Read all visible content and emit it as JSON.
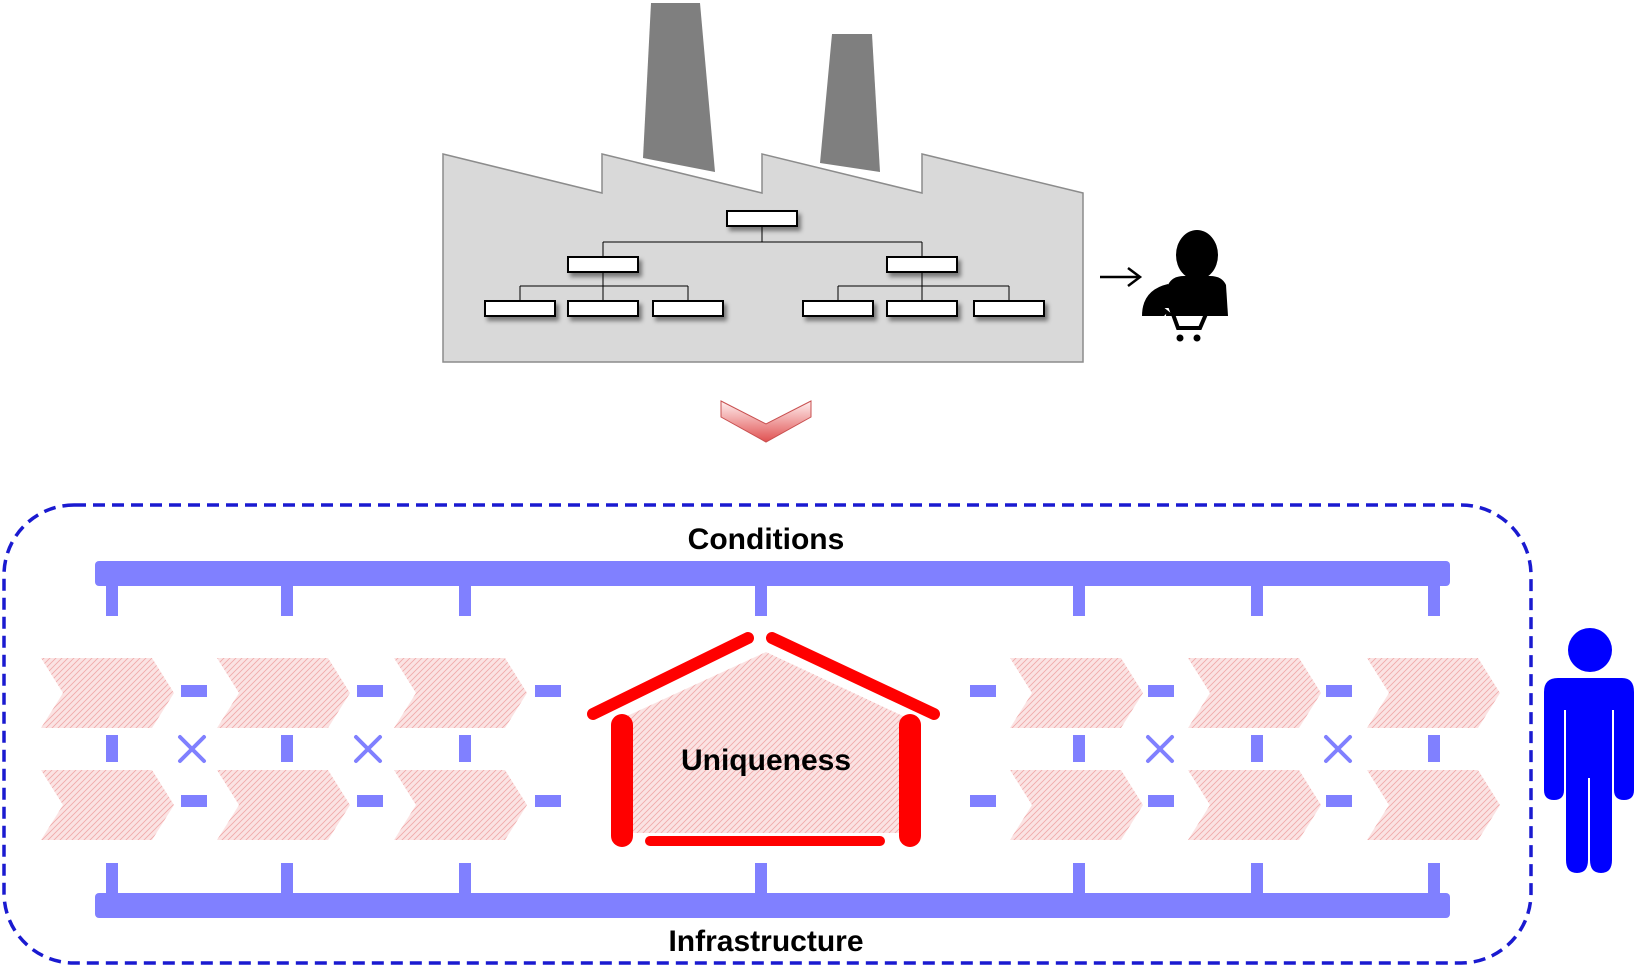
{
  "labels": {
    "conditions": "Conditions",
    "infrastructure": "Infrastructure",
    "uniqueness": "Uniqueness"
  },
  "icons": {
    "factory": "factory-icon",
    "customer": "customer-with-cart-icon",
    "transition": "chevron-down-icon",
    "person": "person-icon",
    "arrow": "arrow-right-icon"
  },
  "colors": {
    "factory_fill": "#d9d9d9",
    "chimney": "#7f7f7f",
    "rail": "#8080ff",
    "boundary": "#1a1ad0",
    "house": "#ff0000",
    "chevron_fill": "#f7c9c9",
    "person": "#0000ff"
  }
}
